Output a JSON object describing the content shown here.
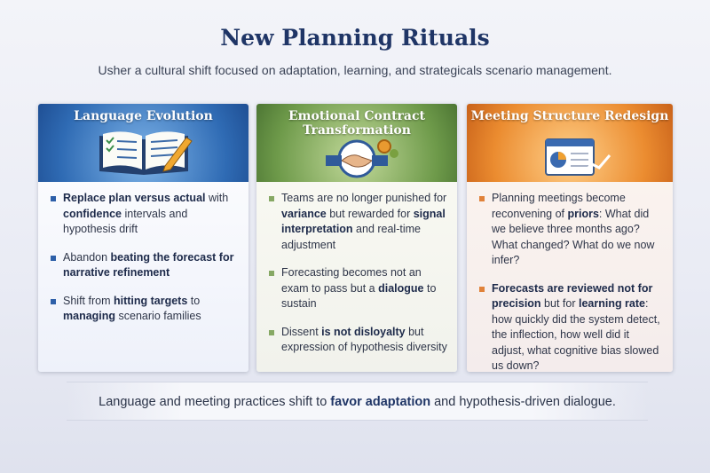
{
  "title": "New Planning Rituals",
  "subtitle": "Usher a cultural shift focused on adaptation, learning, and strategicals scenario management.",
  "cards": [
    {
      "title": "Language Evolution",
      "icon": "open-book-pencil",
      "bullets": [
        [
          {
            "t": "Replace plan versus actual",
            "b": true
          },
          {
            "t": " with "
          },
          {
            "t": "confidence",
            "b": true
          },
          {
            "t": " intervals and hypothesis drift"
          }
        ],
        [
          {
            "t": "Abandon "
          },
          {
            "t": "beating the forecast for narrative refinement",
            "b": true
          }
        ],
        [
          {
            "t": "Shift from "
          },
          {
            "t": "hitting targets",
            "b": true
          },
          {
            "t": " to "
          },
          {
            "t": "managing",
            "b": true
          },
          {
            "t": " scenario families"
          }
        ]
      ]
    },
    {
      "title": "Emotional Contract Transformation",
      "icon": "handshake-gears",
      "bullets": [
        [
          {
            "t": "Teams are no longer punished for "
          },
          {
            "t": "variance",
            "b": true
          },
          {
            "t": " but rewarded for "
          },
          {
            "t": "signal interpretation",
            "b": true
          },
          {
            "t": " and real-time adjustment"
          }
        ],
        [
          {
            "t": "Forecasting becomes not an exam to pass but a "
          },
          {
            "t": "dialogue",
            "b": true
          },
          {
            "t": " to sustain"
          }
        ],
        [
          {
            "t": "Dissent "
          },
          {
            "t": "is not disloyalty",
            "b": true
          },
          {
            "t": " but expression of hypothesis diversity"
          }
        ]
      ]
    },
    {
      "title": "Meeting Structure Redesign",
      "icon": "calendar-chart",
      "bullets": [
        [
          {
            "t": "Planning meetings become reconvening of "
          },
          {
            "t": "priors",
            "b": true
          },
          {
            "t": ": What did we believe three months ago? What changed? What do we now infer?"
          }
        ],
        [
          {
            "t": "Forecasts are reviewed not for precision",
            "b": true
          },
          {
            "t": " but for "
          },
          {
            "t": "learning rate",
            "b": true
          },
          {
            "t": ": how quickly did the system detect, the inflection, how well did it adjust, what cognitive bias slowed us down?"
          }
        ]
      ]
    }
  ],
  "footer": [
    {
      "t": "Language and meeting practices shift to "
    },
    {
      "t": "favor adaptation",
      "b": true
    },
    {
      "t": " and hypothesis-driven dialogue."
    }
  ]
}
